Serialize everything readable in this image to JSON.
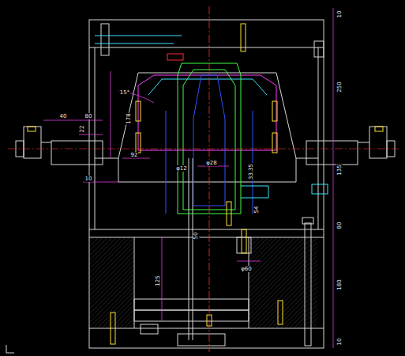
{
  "diagram": {
    "labels": [
      "40",
      "80",
      "15°",
      "178",
      "22",
      "92",
      "10",
      "φ28",
      "33.35",
      "50",
      "125",
      "φ60",
      "φ12",
      "54",
      "10",
      "250",
      "135",
      "80",
      "180",
      "10"
    ]
  }
}
